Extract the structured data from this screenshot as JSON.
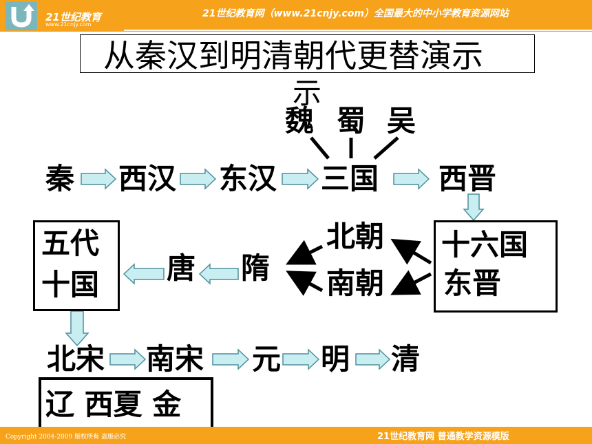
{
  "header": {
    "logo_text": "21世纪教育",
    "logo_url": "www.21cnjy.com",
    "tagline": "21世纪教育网（www.21cnjy.com）全国最大的中小学教育资源网站"
  },
  "title": "从秦汉到明清朝代更替演示",
  "title_overflow": "示",
  "nodes": {
    "qin": "秦",
    "xihan": "西汉",
    "donghan": "东汉",
    "sanguo": "三国",
    "wei": "魏",
    "shu": "蜀",
    "wu": "吴",
    "xijin": "西晋",
    "shiliuguo": "十六国",
    "dongjin": "东晋",
    "beichao": "北朝",
    "nanchao": "南朝",
    "sui": "隋",
    "tang": "唐",
    "wudai": "五代",
    "shiguo": "十国",
    "beisong": "北宋",
    "nansong": "南宋",
    "yuan": "元",
    "ming": "明",
    "qing": "清",
    "liao_xixia_jin": "辽 西夏 金"
  },
  "footer": {
    "copyright": "Copyright 2004-2009 版权所有 盗版必究",
    "brand": "21世纪教育网    普通教学资源模版"
  },
  "colors": {
    "bar": "#f7a21b",
    "arrow_fill": "#c9eef2",
    "arrow_stroke": "#4f8f9a"
  }
}
